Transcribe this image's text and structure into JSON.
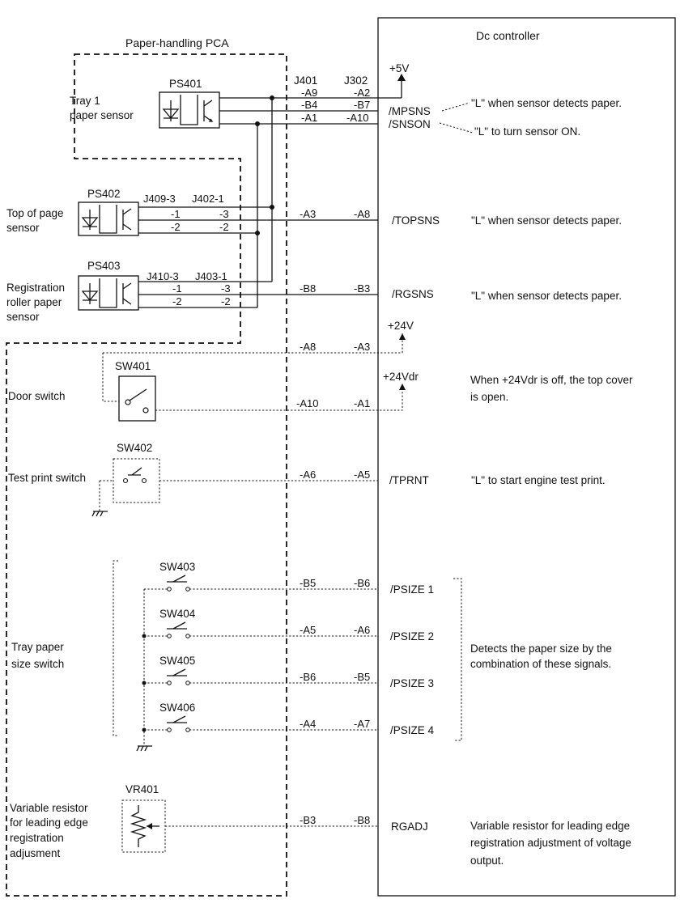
{
  "pca_label": "Paper-handling PCA",
  "controller_label": "Dc controller",
  "connectors": {
    "j401": "J401",
    "j302": "J302"
  },
  "rails": {
    "v5": "+5V",
    "v24": "+24V",
    "v24dr": "+24Vdr"
  },
  "tray1": {
    "ref": "PS401",
    "label": [
      "Tray 1",
      "paper sensor"
    ],
    "pins": [
      {
        "j401": "-A9",
        "j302": "-A2",
        "signal": "",
        "desc": ""
      },
      {
        "j401": "-B4",
        "j302": "-B7",
        "signal": "/MPSNS",
        "desc": "\"L\" when sensor detects paper."
      },
      {
        "j401": "-A1",
        "j302": "-A10",
        "signal": "/SNSON",
        "desc": "\"L\" to turn sensor ON."
      }
    ]
  },
  "top_sensor": {
    "ref": "PS402",
    "label": [
      "Top of page",
      "sensor"
    ],
    "conn_a": "J409-3",
    "conn_b": "J402-1",
    "pins_a": [
      "-1",
      "-2"
    ],
    "pins_b": [
      "-3",
      "-2"
    ],
    "j401": "-A3",
    "j302": "-A8",
    "signal": "/TOPSNS",
    "desc": "\"L\" when sensor detects paper."
  },
  "reg_sensor": {
    "ref": "PS403",
    "label": [
      "Registration",
      "roller paper",
      "sensor"
    ],
    "conn_a": "J410-3",
    "conn_b": "J403-1",
    "pins_a": [
      "-1",
      "-2"
    ],
    "pins_b": [
      "-3",
      "-2"
    ],
    "j401": "-B8",
    "j302": "-B3",
    "signal": "/RGSNS",
    "desc": "\"L\" when sensor detects paper."
  },
  "door": {
    "ref": "SW401",
    "label": "Door switch",
    "top_pins": {
      "j401": "-A8",
      "j302": "-A3"
    },
    "bottom_pins": {
      "j401": "-A10",
      "j302": "-A1"
    },
    "desc": [
      "When +24Vdr is off, the top cover",
      "is open."
    ]
  },
  "test_print": {
    "ref": "SW402",
    "label": "Test print switch",
    "j401": "-A6",
    "j302": "-A5",
    "signal": "/TPRNT",
    "desc": "\"L\" to start engine test print."
  },
  "size_switch": {
    "label": [
      "Tray paper",
      "size switch"
    ],
    "switches": [
      {
        "ref": "SW403",
        "j401": "-B5",
        "j302": "-B6",
        "signal": "/PSIZE 1"
      },
      {
        "ref": "SW404",
        "j401": "-A5",
        "j302": "-A6",
        "signal": "/PSIZE 2"
      },
      {
        "ref": "SW405",
        "j401": "-B6",
        "j302": "-B5",
        "signal": "/PSIZE 3"
      },
      {
        "ref": "SW406",
        "j401": "-A4",
        "j302": "-A7",
        "signal": "/PSIZE 4"
      }
    ],
    "desc": [
      "Detects the paper size by the",
      "combination of these signals."
    ]
  },
  "vr": {
    "ref": "VR401",
    "label": [
      "Variable resistor",
      "for leading edge",
      "registration",
      "adjusment"
    ],
    "j401": "-B3",
    "j302": "-B8",
    "signal": "RGADJ",
    "desc": [
      "Variable resistor for leading edge",
      "registration adjustment of voltage",
      "output."
    ]
  }
}
